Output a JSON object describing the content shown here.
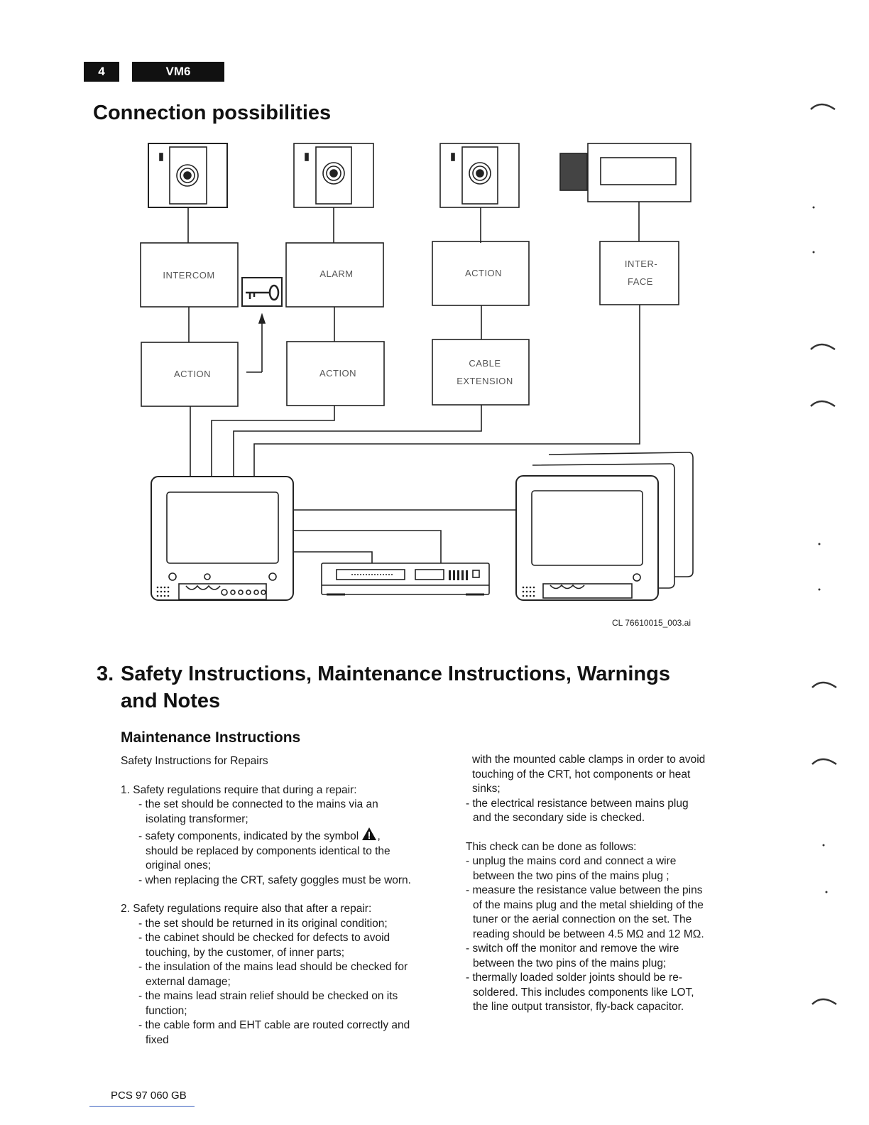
{
  "header": {
    "page_number": "4",
    "model": "VM6"
  },
  "section_connection": {
    "title": "Connection possibilities",
    "diagram_labels": {
      "intercom": "INTERCOM",
      "alarm": "ALARM",
      "action_top": "ACTION",
      "interface_line1": "INTER-",
      "interface_line2": "FACE",
      "action_left": "ACTION",
      "action_mid": "ACTION",
      "cable_line1": "CABLE",
      "cable_line2": "EXTENSION"
    },
    "caption": "CL 76610015_003.ai"
  },
  "section_safety": {
    "number": "3.",
    "title_line1": "Safety Instructions, Maintenance Instructions, Warnings",
    "title_line2": "and Notes",
    "subtitle": "Maintenance Instructions",
    "left_column": {
      "intro": "Safety Instructions for Repairs",
      "item1": "1. Safety regulations require that during a repair:",
      "item1_bullets": [
        "- the set should be connected to the mains via an isolating transformer;",
        "- safety components, indicated by the symbol",
        "should be replaced by components identical to the original ones;",
        "- when replacing the CRT, safety goggles must be worn."
      ],
      "item2": "2. Safety regulations require also that after a repair:",
      "item2_bullets": [
        "- the set should be returned in its original condition;",
        "- the cabinet should be checked for defects to avoid touching, by the customer, of inner parts;",
        "- the insulation of the mains lead should be checked for external damage;",
        "- the mains lead strain relief should be checked on its function;",
        "- the cable form and EHT cable are routed correctly and fixed"
      ]
    },
    "right_column": {
      "continued": "with the mounted cable clamps in order to avoid touching of the CRT, hot components or heat sinks;",
      "bullet_resistance": "- the electrical resistance between mains plug and the secondary side is checked.",
      "check_intro": "This check can be done as follows:",
      "check_bullets": [
        "- unplug the mains cord and connect a wire between the two pins of the mains plug ;",
        "- measure the resistance value between the pins of the mains plug and the metal shielding of the tuner or the aerial connection on the set. The reading should be between 4.5 MΩ and 12 MΩ.",
        "- switch off the monitor and remove the wire between the two pins of the mains plug;",
        "- thermally loaded solder joints should be re-soldered. This includes components like LOT, the line output transistor, fly-back capacitor."
      ]
    }
  },
  "footer": {
    "doc_code": "PCS 97 060 GB"
  }
}
